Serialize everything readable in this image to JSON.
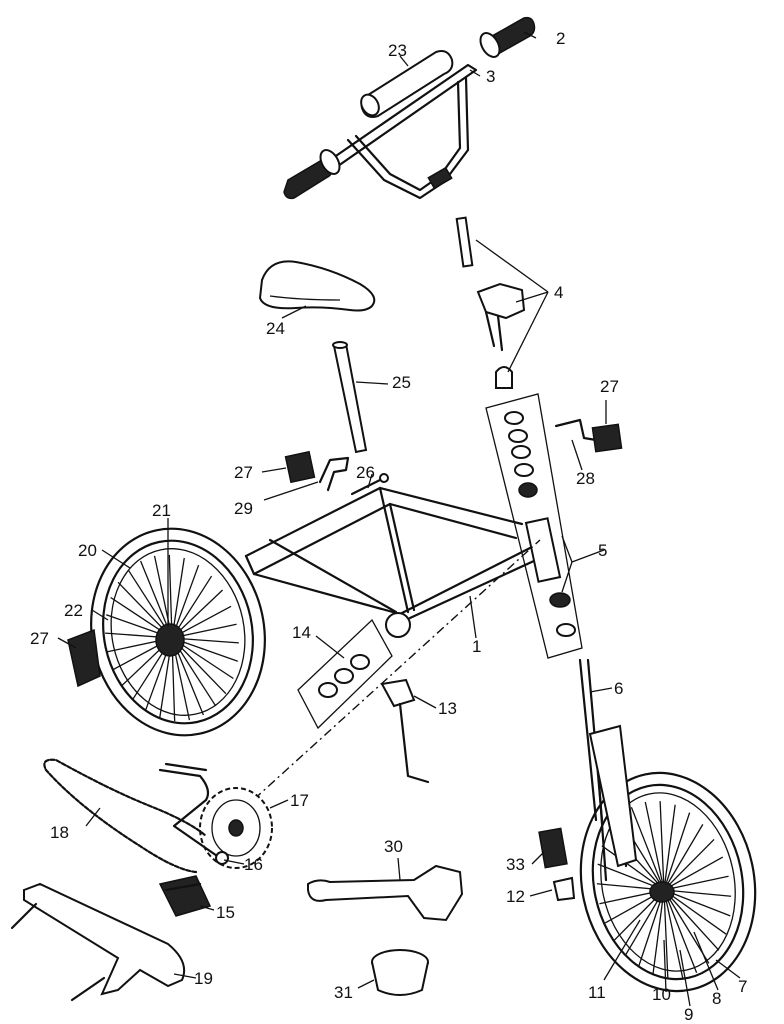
{
  "parts": [
    {
      "id": "p1",
      "number": "1"
    },
    {
      "id": "p2",
      "number": "2"
    },
    {
      "id": "p3",
      "number": "3"
    },
    {
      "id": "p4",
      "number": "4"
    },
    {
      "id": "p5",
      "number": "5"
    },
    {
      "id": "p6",
      "number": "6"
    },
    {
      "id": "p7",
      "number": "7"
    },
    {
      "id": "p8",
      "number": "8"
    },
    {
      "id": "p9",
      "number": "9"
    },
    {
      "id": "p10",
      "number": "10"
    },
    {
      "id": "p11",
      "number": "11"
    },
    {
      "id": "p12",
      "number": "12"
    },
    {
      "id": "p13",
      "number": "13"
    },
    {
      "id": "p14",
      "number": "14"
    },
    {
      "id": "p15",
      "number": "15"
    },
    {
      "id": "p16",
      "number": "16"
    },
    {
      "id": "p17",
      "number": "17"
    },
    {
      "id": "p18",
      "number": "18"
    },
    {
      "id": "p19",
      "number": "19"
    },
    {
      "id": "p20",
      "number": "20"
    },
    {
      "id": "p21",
      "number": "21"
    },
    {
      "id": "p22",
      "number": "22"
    },
    {
      "id": "p23",
      "number": "23"
    },
    {
      "id": "p24",
      "number": "24"
    },
    {
      "id": "p25",
      "number": "25"
    },
    {
      "id": "p26",
      "number": "26"
    },
    {
      "id": "p27a",
      "number": "27"
    },
    {
      "id": "p27b",
      "number": "27"
    },
    {
      "id": "p27c",
      "number": "27"
    },
    {
      "id": "p28",
      "number": "28"
    },
    {
      "id": "p29",
      "number": "29"
    },
    {
      "id": "p30",
      "number": "30"
    },
    {
      "id": "p31",
      "number": "31"
    },
    {
      "id": "p33",
      "number": "33"
    }
  ]
}
